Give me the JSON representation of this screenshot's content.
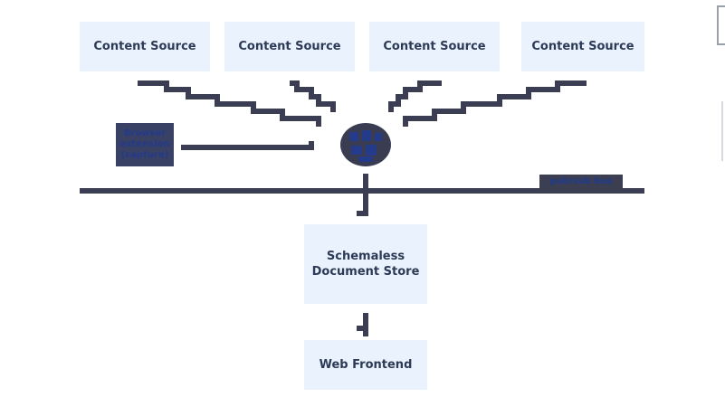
{
  "content_sources": [
    {
      "label": "Content Source"
    },
    {
      "label": "Content Source"
    },
    {
      "label": "Content Source"
    },
    {
      "label": "Content Source"
    }
  ],
  "document_store": {
    "label": "Schemaless Document Store"
  },
  "web_frontend": {
    "label": "Web Frontend"
  },
  "side_label": {
    "label": "Browser extension (capture)"
  },
  "bus_label": {
    "label": "pub/sub bus"
  },
  "colors": {
    "box_fill": "#e9f2fd",
    "box_text": "#2d3a57",
    "connector": "#3b3e52",
    "accent_text": "#1f3b8c"
  }
}
